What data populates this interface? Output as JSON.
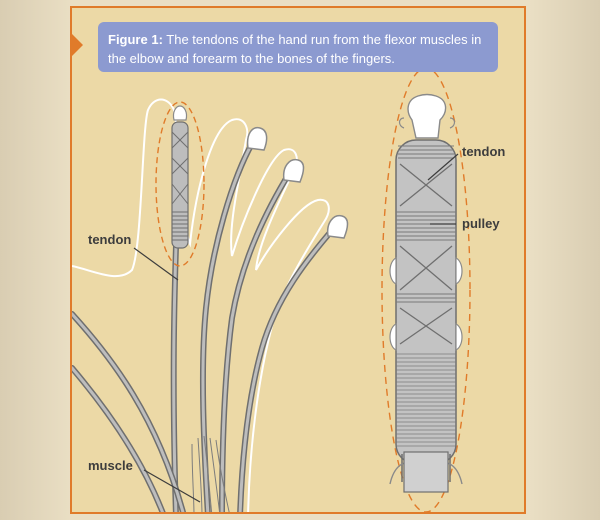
{
  "figure": {
    "caption_lead": "Figure 1:",
    "caption_text": "The tendons of the hand run from the flexor muscles in the elbow and forearm to the bones of the fingers."
  },
  "labels": {
    "tendon_hand": "tendon",
    "muscle": "muscle",
    "tendon_detail": "tendon",
    "pulley": "pulley"
  },
  "colors": {
    "accent_orange": "#e07b2a",
    "caption_blue": "#8c9ad0",
    "tendon_gray": "#9a9a9a",
    "card_tan": "#ecd9a6"
  }
}
